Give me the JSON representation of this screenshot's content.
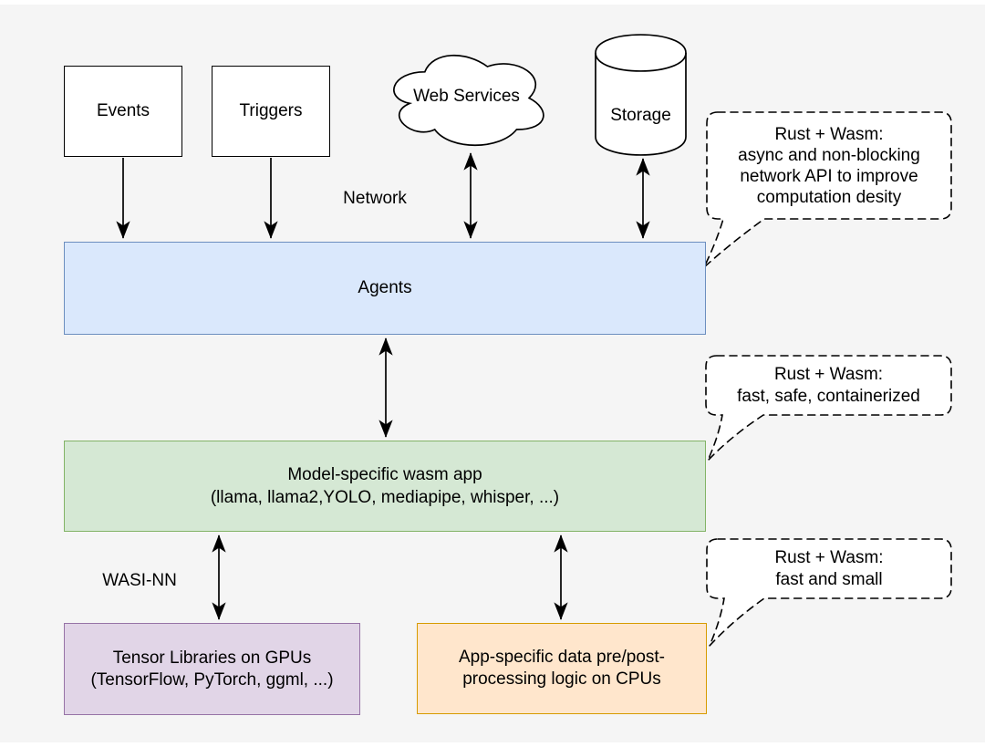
{
  "nodes": {
    "events": {
      "label": "Events"
    },
    "triggers": {
      "label": "Triggers"
    },
    "web_services": {
      "label": "Web Services"
    },
    "storage": {
      "label": "Storage"
    },
    "agents": {
      "label": "Agents"
    },
    "wasm_app": {
      "line1": "Model-specific wasm app",
      "line2": "(llama, llama2,YOLO, mediapipe, whisper, ...)"
    },
    "tensor_libraries": {
      "line1": "Tensor Libraries on GPUs",
      "line2": "(TensorFlow, PyTorch, ggml, ...)"
    },
    "app_logic": {
      "line1": "App-specific data pre/post-",
      "line2": "processing logic on CPUs"
    }
  },
  "labels": {
    "network": "Network",
    "wasi_nn": "WASI-NN"
  },
  "callouts": [
    {
      "lines": [
        "Rust + Wasm:",
        "async and non-blocking",
        "network API to improve",
        "computation desity"
      ]
    },
    {
      "lines": [
        "Rust + Wasm:",
        "fast, safe, containerized"
      ]
    },
    {
      "lines": [
        "Rust + Wasm:",
        "fast and small"
      ]
    }
  ],
  "colors": {
    "background": "#f5f5f5",
    "agents_fill": "#dae8fc",
    "agents_stroke": "#6c8ebf",
    "wasm_fill": "#d5e8d4",
    "wasm_stroke": "#82b366",
    "tensor_fill": "#e1d5e7",
    "tensor_stroke": "#9673a6",
    "applogic_fill": "#ffe6cc",
    "applogic_stroke": "#d79b00",
    "shape_stroke": "#000000",
    "shape_fill": "#ffffff"
  }
}
